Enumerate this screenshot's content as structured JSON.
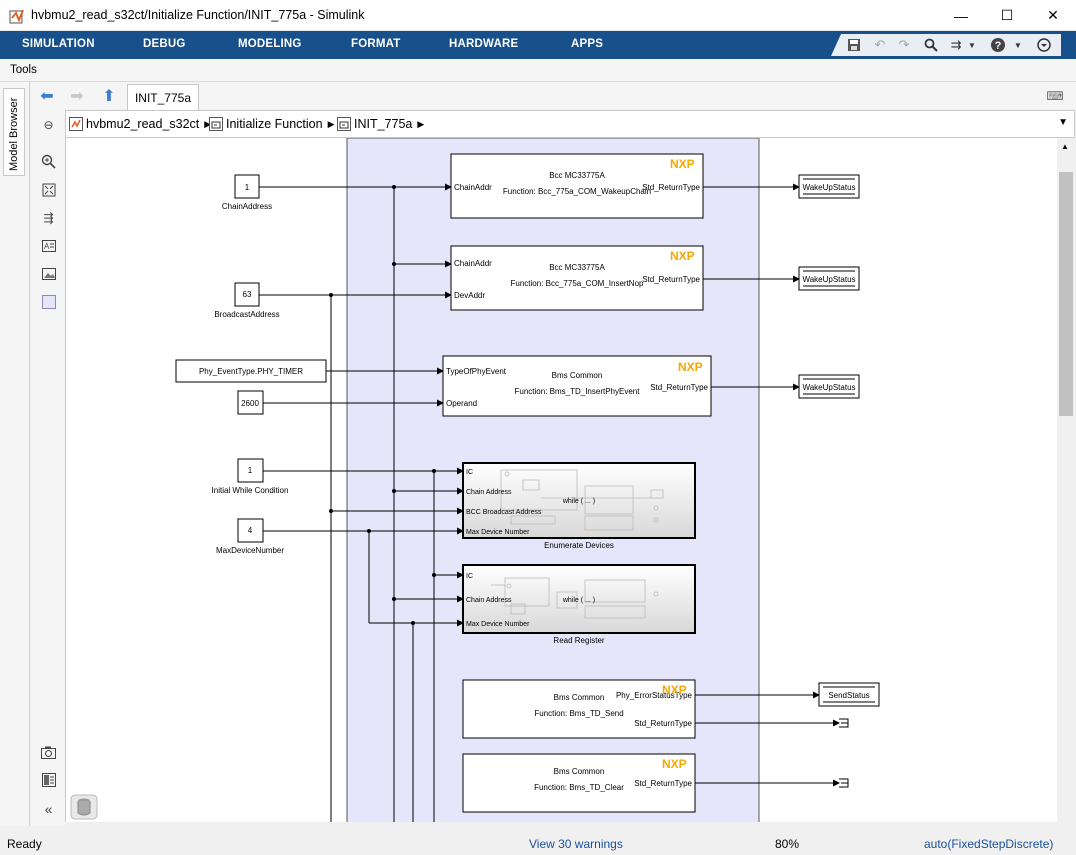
{
  "window": {
    "title": "hvbmu2_read_s32ct/Initialize Function/INIT_775a - Simulink",
    "minimize": "—",
    "maximize": "☐",
    "close": "✕"
  },
  "ribbon": {
    "tabs": [
      "SIMULATION",
      "DEBUG",
      "MODELING",
      "FORMAT",
      "HARDWARE",
      "APPS"
    ],
    "colors": {
      "ribbon_bg": "#17508a",
      "subsystem_bg": "#e6e6fa"
    }
  },
  "toolbar": {
    "tools_label": "Tools"
  },
  "model_browser": {
    "label": "Model Browser"
  },
  "editor": {
    "tab_label": "INIT_775a",
    "breadcrumbs": [
      "hvbmu2_read_s32ct",
      "Initialize Function",
      "INIT_775a"
    ]
  },
  "diagram": {
    "constants": [
      {
        "value": "1",
        "label": "ChainAddress"
      },
      {
        "value": "63",
        "label": "BroadcastAddress"
      },
      {
        "value": "Phy_EventType.PHY_TIMER",
        "label": ""
      },
      {
        "value": "2600",
        "label": ""
      },
      {
        "value": "1",
        "label": "Initial While Condition"
      },
      {
        "value": "4",
        "label": "MaxDeviceNumber"
      }
    ],
    "blocks": [
      {
        "line1": "Bcc MC33775A",
        "line2": "Function: Bcc_775a_COM_WakeupChain",
        "inputs": [
          "ChainAddr"
        ],
        "outputs": [
          "Std_ReturnType"
        ]
      },
      {
        "line1": "Bcc MC33775A",
        "line2": "Function: Bcc_775a_COM_InsertNop",
        "inputs": [
          "ChainAddr",
          "DevAddr"
        ],
        "outputs": [
          "Std_ReturnType"
        ]
      },
      {
        "line1": "Bms Common",
        "line2": "Function: Bms_TD_InsertPhyEvent",
        "inputs": [
          "TypeOfPhyEvent",
          "Operand"
        ],
        "outputs": [
          "Std_ReturnType"
        ]
      },
      {
        "line1": "Bms Common",
        "line2": "Function: Bms_TD_Send",
        "inputs": [],
        "outputs": [
          "Phy_ErrorStatusType",
          "Std_ReturnType"
        ]
      },
      {
        "line1": "Bms Common",
        "line2": "Function: Bms_TD_Clear",
        "inputs": [],
        "outputs": [
          "Std_ReturnType"
        ]
      }
    ],
    "subsystems": [
      {
        "name": "Enumerate Devices",
        "inputs": [
          "IC",
          "Chain Address",
          "BCC Broadcast Address",
          "Max Device Number"
        ],
        "inner": "while ( ... )"
      },
      {
        "name": "Read Register",
        "inputs": [
          "IC",
          "Chain Address",
          "Max Device Number"
        ],
        "inner": "while ( ... )"
      }
    ],
    "stores": [
      "WakeUpStatus",
      "WakeUpStatus",
      "WakeUpStatus",
      "SendStatus"
    ],
    "logo": "NXP"
  },
  "status": {
    "ready": "Ready",
    "warnings": "View 30 warnings",
    "zoom": "80%",
    "solver": "auto(FixedStepDiscrete)"
  }
}
